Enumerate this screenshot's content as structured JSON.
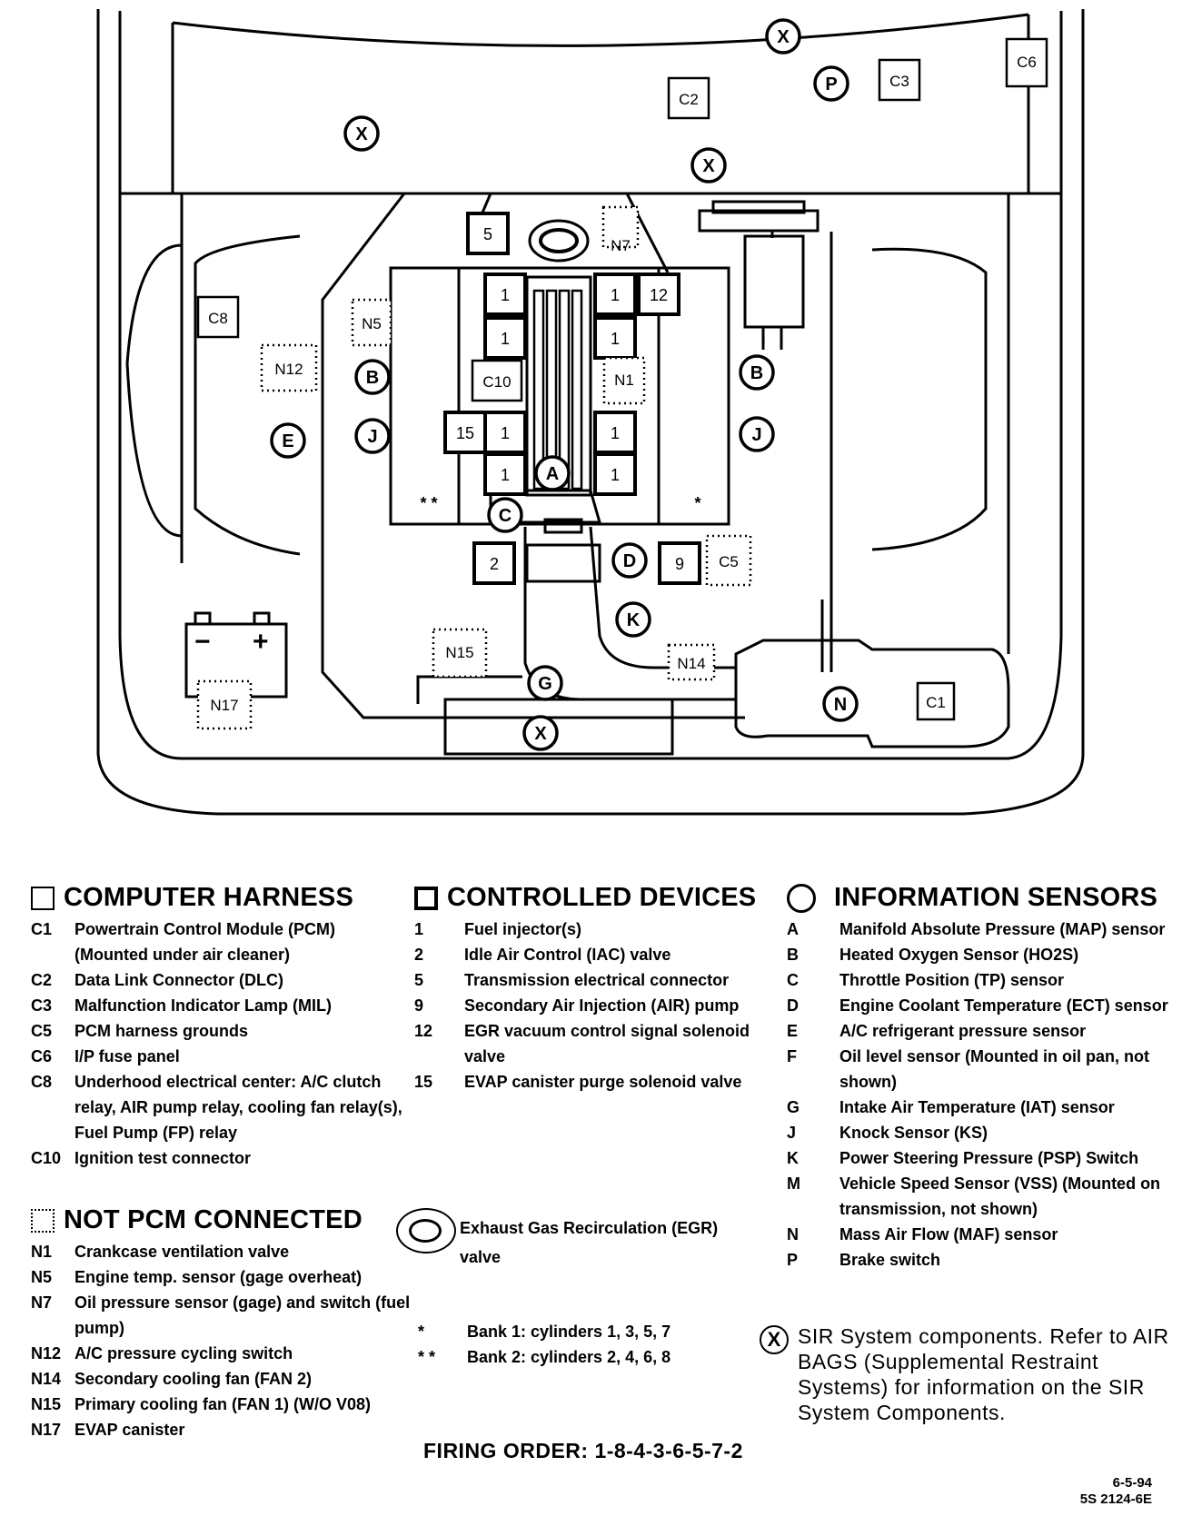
{
  "diagram_labels": {
    "sir_top": "X",
    "sir_left": "X",
    "sir_mid": "X",
    "sir_bottom": "X",
    "c2": "C2",
    "c3": "C3",
    "c6": "C6",
    "c8": "C8",
    "c10": "C10",
    "c5": "C5",
    "c1": "C1",
    "p": "P",
    "dev5": "5",
    "dev12": "12",
    "dev15": "15",
    "dev2": "2",
    "dev9": "9",
    "inj": "1",
    "n1": "N1",
    "n5": "N5",
    "n7": "N7",
    "n12": "N12",
    "n14": "N14",
    "n15": "N15",
    "n17": "N17",
    "a": "A",
    "b": "B",
    "c": "C",
    "d": "D",
    "e": "E",
    "g": "G",
    "j": "J",
    "k": "K",
    "n": "N",
    "bank1_mark": "*",
    "bank2_mark": "* *",
    "batt_minus": "−",
    "batt_plus": "+"
  },
  "legend": {
    "computer_harness": {
      "title": "COMPUTER HARNESS",
      "items": [
        {
          "code": "C1",
          "text": "Powertrain Control Module (PCM) (Mounted under air cleaner)"
        },
        {
          "code": "C2",
          "text": "Data Link Connector (DLC)"
        },
        {
          "code": "C3",
          "text": "Malfunction Indicator Lamp (MIL)"
        },
        {
          "code": "C5",
          "text": "PCM harness grounds"
        },
        {
          "code": "C6",
          "text": "I/P fuse panel"
        },
        {
          "code": "C8",
          "text": "Underhood electrical center: A/C clutch relay, AIR pump relay, cooling fan relay(s), Fuel Pump (FP) relay"
        },
        {
          "code": "C10",
          "text": "Ignition test connector"
        }
      ]
    },
    "not_pcm": {
      "title": "NOT PCM CONNECTED",
      "items": [
        {
          "code": "N1",
          "text": "Crankcase ventilation valve"
        },
        {
          "code": "N5",
          "text": "Engine temp. sensor (gage overheat)"
        },
        {
          "code": "N7",
          "text": "Oil pressure sensor (gage) and switch (fuel pump)"
        },
        {
          "code": "N12",
          "text": "A/C pressure cycling switch"
        },
        {
          "code": "N14",
          "text": "Secondary cooling fan (FAN 2)"
        },
        {
          "code": "N15",
          "text": "Primary cooling fan (FAN 1) (W/O V08)"
        },
        {
          "code": "N17",
          "text": "EVAP canister"
        }
      ]
    },
    "controlled_devices": {
      "title": "CONTROLLED DEVICES",
      "items": [
        {
          "code": "1",
          "text": "Fuel injector(s)"
        },
        {
          "code": "2",
          "text": "Idle Air Control (IAC) valve"
        },
        {
          "code": "5",
          "text": "Transmission electrical connector"
        },
        {
          "code": "9",
          "text": "Secondary Air Injection (AIR) pump"
        },
        {
          "code": "12",
          "text": "EGR vacuum control signal solenoid valve"
        },
        {
          "code": "15",
          "text": "EVAP canister purge solenoid valve"
        }
      ]
    },
    "information_sensors": {
      "title": "INFORMATION SENSORS",
      "items": [
        {
          "code": "A",
          "text": "Manifold Absolute Pressure (MAP) sensor"
        },
        {
          "code": "B",
          "text": "Heated Oxygen Sensor (HO2S)"
        },
        {
          "code": "C",
          "text": "Throttle Position (TP) sensor"
        },
        {
          "code": "D",
          "text": "Engine Coolant Temperature (ECT) sensor"
        },
        {
          "code": "E",
          "text": "A/C refrigerant pressure sensor"
        },
        {
          "code": "F",
          "text": "Oil level sensor (Mounted in oil pan, not shown)"
        },
        {
          "code": "G",
          "text": "Intake Air Temperature (IAT) sensor"
        },
        {
          "code": "J",
          "text": "Knock Sensor (KS)"
        },
        {
          "code": "K",
          "text": "Power Steering Pressure (PSP) Switch"
        },
        {
          "code": "M",
          "text": "Vehicle Speed Sensor (VSS) (Mounted on transmission, not shown)"
        },
        {
          "code": "N",
          "text": "Mass Air Flow (MAF) sensor"
        },
        {
          "code": "P",
          "text": "Brake switch"
        }
      ]
    },
    "egr": {
      "text": "Exhaust Gas Recirculation (EGR) valve"
    },
    "bank1": {
      "symbol": "*",
      "text": "Bank 1: cylinders 1, 3, 5, 7"
    },
    "bank2": {
      "symbol": "* *",
      "text": "Bank 2: cylinders 2, 4, 6, 8"
    },
    "sir": {
      "symbol": "X",
      "text": "SIR System components. Refer to AIR BAGS (Supplemental Restraint Systems) for information on the SIR System Components."
    },
    "firing_order": "FIRING ORDER: 1-8-4-3-6-5-7-2",
    "date": "6-5-94",
    "ref": "5S 2124-6E"
  }
}
